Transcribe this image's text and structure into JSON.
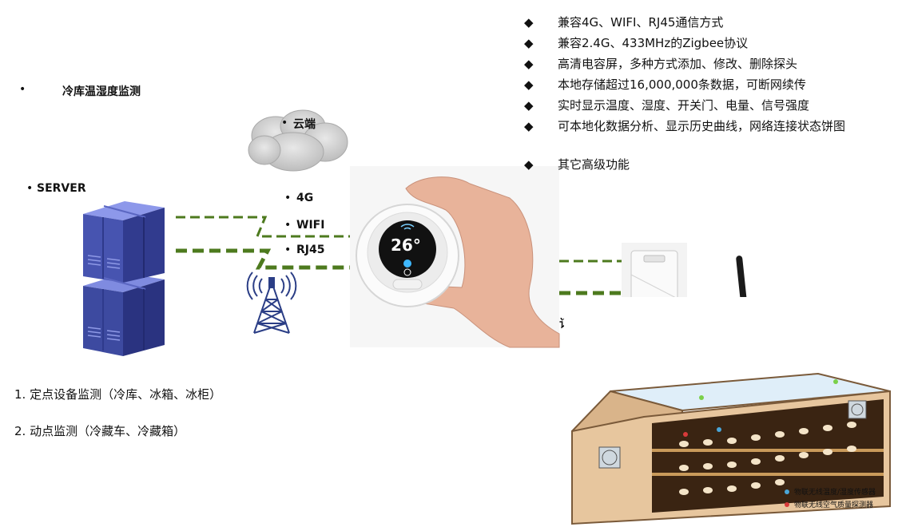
{
  "title": "冷库温湿度监测",
  "labels": {
    "server": "SERVER",
    "cloud": "云端",
    "net_4g": "4G",
    "net_wifi": "WIFI",
    "net_rj45": "RJ45",
    "order": "订单",
    "device_temp": "26°"
  },
  "bullet_small": "•",
  "features": {
    "bullet": "◆",
    "items": [
      "兼容4G、WIFI、RJ45通信方式",
      "兼容2.4G、433MHz的Zigbee协议",
      "高清电容屏，多种方式添加、修改、删除探头",
      "本地存储超过16,000,000条数据，可断网续传",
      "实时显示温度、湿度、开关门、电量、信号强度",
      "可本地化数据分析、显示历史曲线，网络连接状态饼图",
      "其它高级功能"
    ]
  },
  "uses": [
    "1.  定点设备监测（冷库、冰箱、冰柜）",
    "2.  动点监测（冷藏车、冷藏箱）"
  ],
  "legend": [
    "物联无线温度/湿度传感器",
    "物联无线空气质量探测器"
  ],
  "colors": {
    "link_green": "#4d7a1e",
    "server_blue": "#3d4aa0",
    "tower_blue": "#2b3e86",
    "cloud_gray": "#c9c9c9",
    "device_black": "#111111",
    "coldroom_orange": "#d48c3a",
    "legend_blue": "#4aa6d8",
    "legend_red": "#d83a3a"
  },
  "icons": [
    "server-rack-icon",
    "cell-tower-icon",
    "cloud-icon",
    "thermostat-device-icon",
    "wireless-sensor-icon",
    "antenna-probe-icon",
    "wifi-signal-icon",
    "coldroom-illustration"
  ]
}
